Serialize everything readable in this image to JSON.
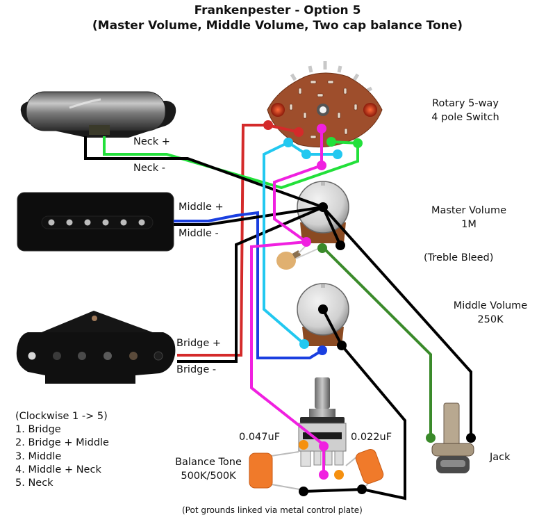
{
  "title": {
    "line1": "Frankenpester - Option 5",
    "line2": "(Master Volume, Middle Volume, Two cap balance Tone)"
  },
  "components": {
    "switch": {
      "line1": "Rotary 5-way",
      "line2": "4 pole Switch"
    },
    "master_volume": {
      "line1": "Master Volume",
      "line2": "1M",
      "note": "(Treble Bleed)"
    },
    "middle_volume": {
      "line1": "Middle Volume",
      "line2": "250K"
    },
    "balance_tone": {
      "line1": "Balance Tone",
      "line2": "500K/500K"
    },
    "cap_left": "0.047uF",
    "cap_right": "0.022uF",
    "jack": "Jack"
  },
  "wires": {
    "neck_plus": "Neck +",
    "neck_minus": "Neck -",
    "middle_plus": "Middle +",
    "middle_minus": "Middle -",
    "bridge_plus": "Bridge +",
    "bridge_minus": "Bridge -"
  },
  "positions": {
    "header": "(Clockwise 1 -> 5)",
    "items": [
      "1. Bridge",
      "2. Bridge + Middle",
      "3. Middle",
      "4. Middle + Neck",
      "5. Neck"
    ]
  },
  "footer": "(Pot grounds linked via metal control plate)",
  "colors": {
    "red": "#d42a2a",
    "green": "#22e03a",
    "dark_green": "#3a8a2a",
    "cyan": "#22c8f0",
    "blue": "#1a3fe0",
    "magenta": "#f020e0",
    "black": "#000000",
    "orange": "#f5900f"
  }
}
